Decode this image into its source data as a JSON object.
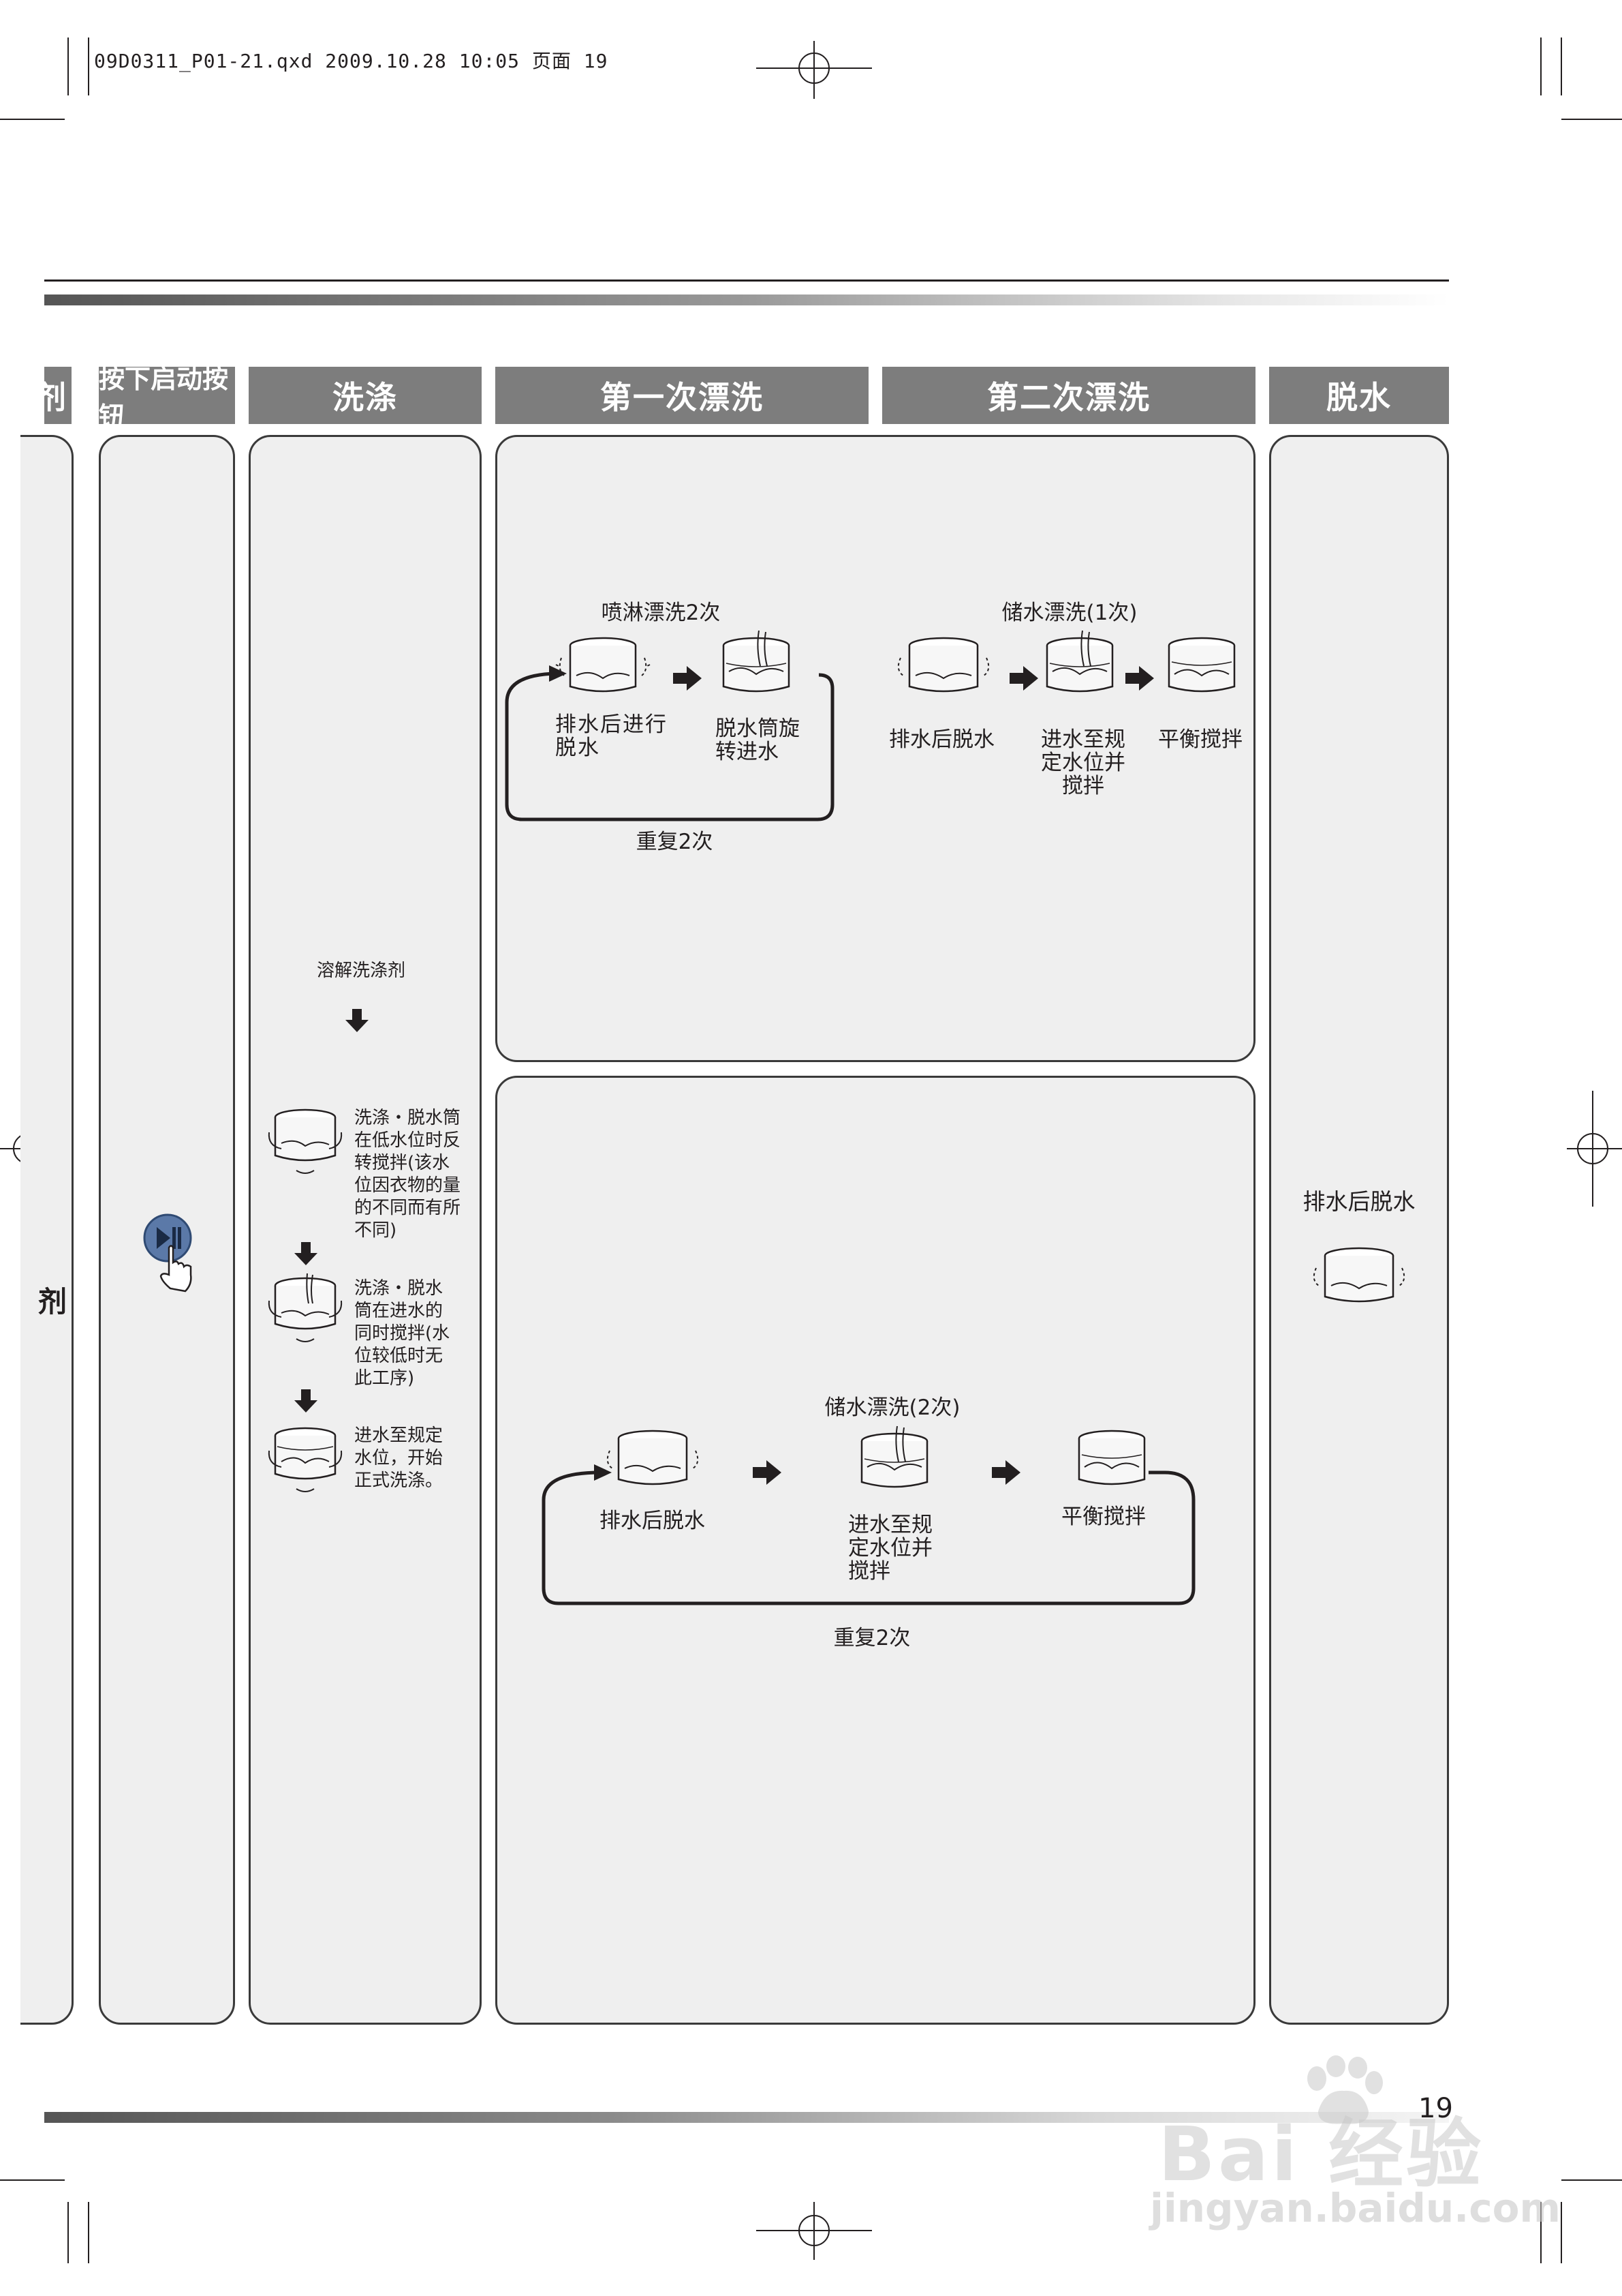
{
  "print_header": "09D0311_P01-21.qxd 2009.10.28 10:05 页面 19",
  "columns": {
    "partial_left": "剂",
    "start_button": "按下启动按钮",
    "wash": "洗涤",
    "first_rinse": "第一次漂洗",
    "second_rinse": "第二次漂洗",
    "spin": "脱水"
  },
  "left_partial": {
    "line1": "剂"
  },
  "first_rinse": {
    "title": "喷淋漂洗2次",
    "step1": "排水后进行\n脱水",
    "step2": "脱水筒旋\n转进水",
    "repeat": "重复2次"
  },
  "second_rinse_top": {
    "title": "储水漂洗(1次)",
    "step1": "排水后脱水",
    "step2": "进水至规\n定水位并\n搅拌",
    "step3": "平衡搅拌"
  },
  "wash": {
    "dissolve": "溶解洗涤剂",
    "step1": "洗涤・脱水筒\n在低水位时反\n转搅拌(该水\n位因衣物的量\n的不同而有所\n不同)",
    "step2": "洗涤・脱水\n筒在进水的\n同时搅拌(水\n位较低时无\n此工序)",
    "step3": "进水至规定\n水位，开始\n正式洗涤。"
  },
  "second_rinse_bottom": {
    "title": "储水漂洗(2次)",
    "step1": "排水后脱水",
    "step2": "进水至规\n定水位并\n搅拌",
    "step3": "平衡搅拌",
    "repeat": "重复2次"
  },
  "spin": {
    "label": "排水后脱水"
  },
  "page_number": "19",
  "watermark": {
    "brand": "Bai 经验",
    "url": "jingyan.baidu.com"
  },
  "icons": [
    "start-pause-button-icon",
    "hand-press-icon",
    "drum-icon",
    "arrow-right-icon",
    "arrow-down-icon"
  ],
  "colors": {
    "header_bg": "#7d7d7d",
    "panel_bg": "#efefef",
    "button_blue": "#5b79a8"
  }
}
